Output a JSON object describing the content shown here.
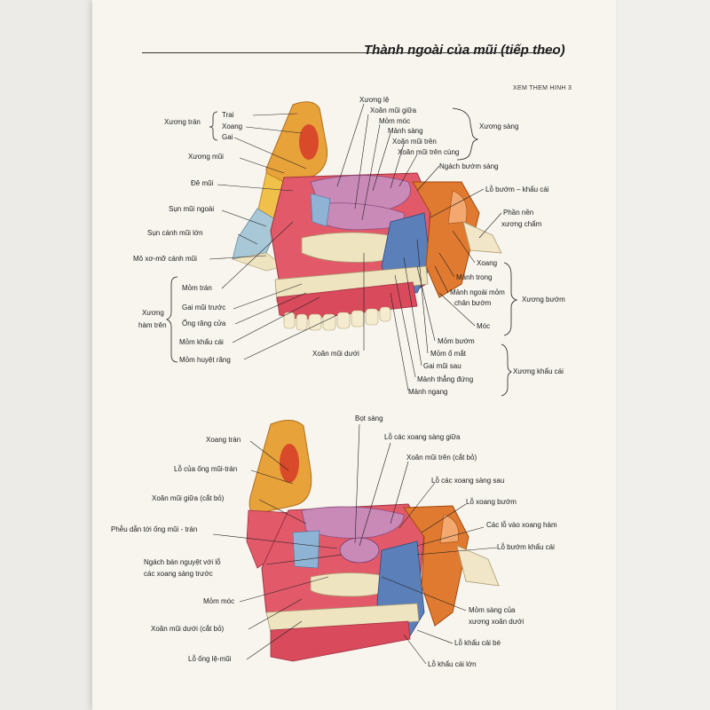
{
  "title": "Thành ngoài của mũi (tiếp theo)",
  "see_also": "XEM THEM HINH 3",
  "figure1": {
    "groups": {
      "xuong_tran": "Xương trán",
      "xuong_ham_tren": [
        "Xương",
        "hàm trên"
      ],
      "xuong_sang": "Xương sàng",
      "xuong_buom": "Xương bướm",
      "xuong_khau_cai": "Xương khẩu cái"
    },
    "labels": {
      "trai": "Trai",
      "xoang": "Xoang",
      "gai": "Gai",
      "xuong_mui": "Xương mũi",
      "de_mui": "Đê mũi",
      "sun_mui_ngoai": "Sụn mũi ngoài",
      "sun_canh_mui_lon": "Sụn cánh mũi lớn",
      "mo_xo_mo": "Mô xơ-mỡ cánh mũi",
      "mom_tran": "Mỏm trán",
      "gai_mui_truoc": "Gai mũi trước",
      "ong_rang_cua": "Ống răng cửa",
      "mom_khau_cai": "Mỏm khẩu cái",
      "mom_huyet_rang": "Mỏm huyệt răng",
      "xoan_mui_duoi": "Xoăn mũi dưới",
      "xuong_le": "Xương lệ",
      "xoan_mui_giua": "Xoăn mũi giữa",
      "mom_moc": "Mỏm móc",
      "manh_sang": "Mảnh sàng",
      "xoan_mui_tren": "Xoăn mũi trên",
      "xoan_mui_tren_cung": "Xoăn mũi trên cùng",
      "ngach_buom_sang": "Ngách bướm sàng",
      "lo_buom_khau_cai": "Lỗ bướm – khẩu cái",
      "phan_nen": [
        "Phần nền",
        "xương chẩm"
      ],
      "xoang_buom": "Xoang",
      "manh_trong": "Mảnh trong",
      "manh_ngoai": [
        "Mảnh ngoài mỏm",
        "chân bướm"
      ],
      "moc": "Móc",
      "mom_buom": "Mỏm bướm",
      "mom_o_mat": "Mỏm ổ mắt",
      "gai_mui_sau": "Gai mũi sau",
      "manh_thang_dung": "Mảnh thẳng đứng",
      "manh_ngang": "Mảnh ngang"
    }
  },
  "figure2": {
    "labels": {
      "bot_sang": "Bọt sàng",
      "lo_xoang_sang_giua": "Lỗ các xoang sàng giữa",
      "xoan_mui_tren_cat": "Xoăn mũi trên (cắt bỏ)",
      "lo_xoang_sang_sau": "Lỗ các xoang sàng sau",
      "lo_xoang_buom": "Lỗ xoang bướm",
      "lo_vao_xoang_ham": "Các lỗ vào xoang hàm",
      "lo_buom_khau_cai": "Lỗ bướm khẩu cái",
      "xoang_tran": "Xoang trán",
      "lo_ong_mui_tran": "Lỗ của ống mũi-trán",
      "xoan_mui_giua_cat": "Xoăn mũi giữa (cắt bỏ)",
      "pheu_dan": "Phễu dẫn tới ống mũi - trán",
      "ngach_ban_nguyet": [
        "Ngách bán nguyệt với lỗ",
        "các xoang sàng trước"
      ],
      "mom_moc": "Mỏm móc",
      "xoan_mui_duoi_cat": "Xoăn mũi dưới (cắt bỏ)",
      "lo_ong_le_mui": "Lỗ ống lệ-mũi",
      "mom_sang": [
        "Mỏm sàng của",
        "xương xoăn dưới"
      ],
      "lo_khau_cai_be": "Lỗ khẩu cái bé",
      "lo_khau_cai_lon": "Lỗ khẩu cái lớn"
    }
  },
  "colors": {
    "frontal": "#e8a23a",
    "nasal_mucosa": "#e25a6a",
    "turbinate": "#c98ab8",
    "bone_cream": "#efe4c0",
    "sphenoid": "#e07a30",
    "palatine_blue": "#5b7fb8",
    "maxilla_red": "#d84a5c",
    "cartilage": "#a8c8d8"
  }
}
